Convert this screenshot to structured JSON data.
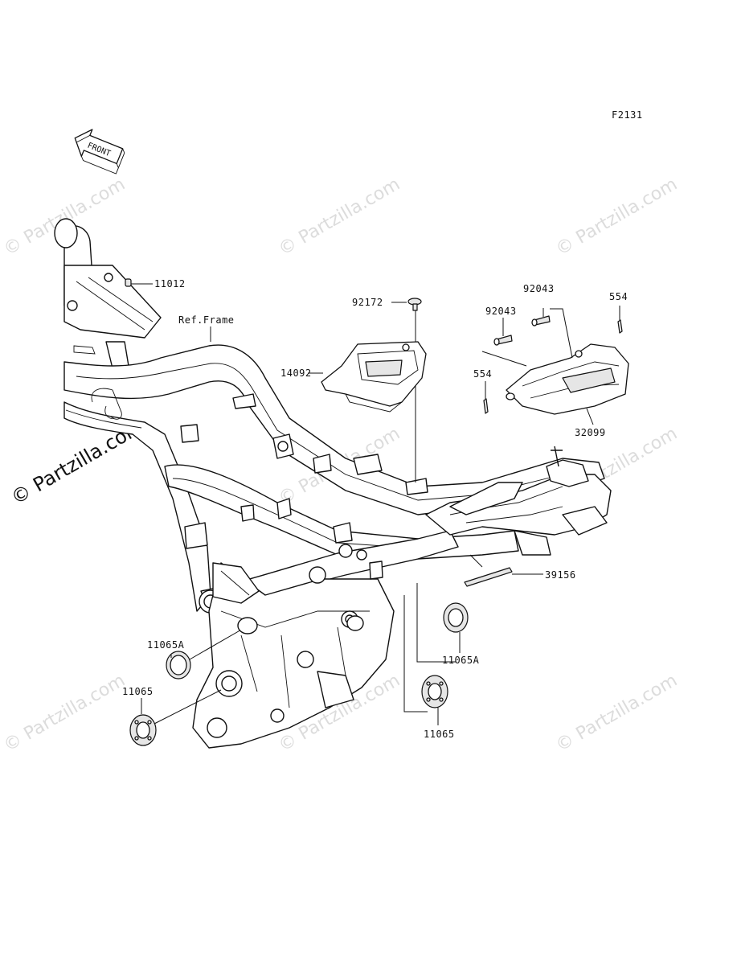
{
  "figure_code": "F2131",
  "front_arrow_text": "FRONT",
  "reference_label": "Ref.Frame",
  "watermarks": {
    "text": "© Partzilla.com",
    "side_text": "© Partzilla.com"
  },
  "callouts": [
    {
      "id": "11012",
      "text": "11012"
    },
    {
      "id": "92172",
      "text": "92172"
    },
    {
      "id": "14092",
      "text": "14092"
    },
    {
      "id": "92043a",
      "text": "92043"
    },
    {
      "id": "92043b",
      "text": "92043"
    },
    {
      "id": "554a",
      "text": "554"
    },
    {
      "id": "554b",
      "text": "554"
    },
    {
      "id": "32099",
      "text": "32099"
    },
    {
      "id": "39156",
      "text": "39156"
    },
    {
      "id": "11065A-left",
      "text": "11065A"
    },
    {
      "id": "11065-left",
      "text": "11065"
    },
    {
      "id": "11065A-right",
      "text": "11065A"
    },
    {
      "id": "11065-right",
      "text": "11065"
    }
  ]
}
